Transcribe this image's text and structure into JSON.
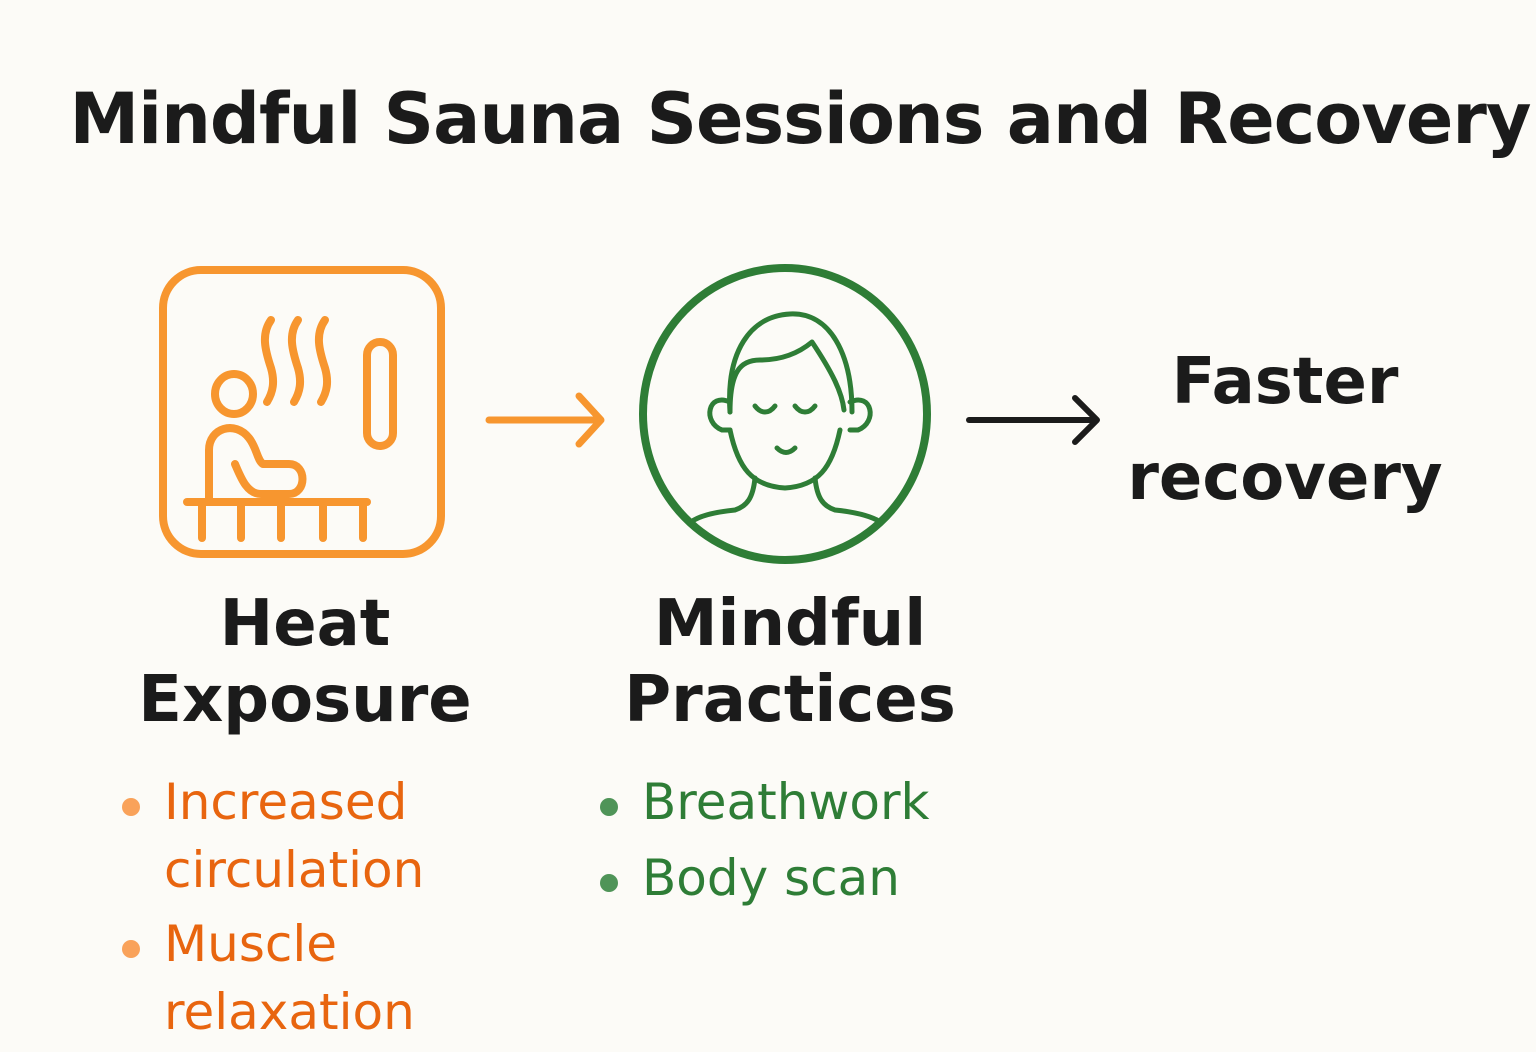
{
  "title": "Mindful Sauna Sessions and Recovery",
  "steps": [
    {
      "heading_line1": "Heat",
      "heading_line2": "Exposure",
      "icon": "sauna-icon",
      "color": "#f7962f",
      "bullets": [
        "Increased circulation",
        "Muscle relaxation"
      ]
    },
    {
      "heading_line1": "Mindful",
      "heading_line2": "Practices",
      "icon": "meditating-face-icon",
      "color": "#2e7d36",
      "bullets": [
        "Breathwork",
        "Body scan"
      ]
    },
    {
      "heading_line1": "Faster",
      "heading_line2": "recovery"
    }
  ],
  "colors": {
    "orange": "#f7962f",
    "orange_text": "#e8650f",
    "green": "#2e7d36",
    "dark": "#1b1b1b",
    "background": "#fcfbf7"
  }
}
